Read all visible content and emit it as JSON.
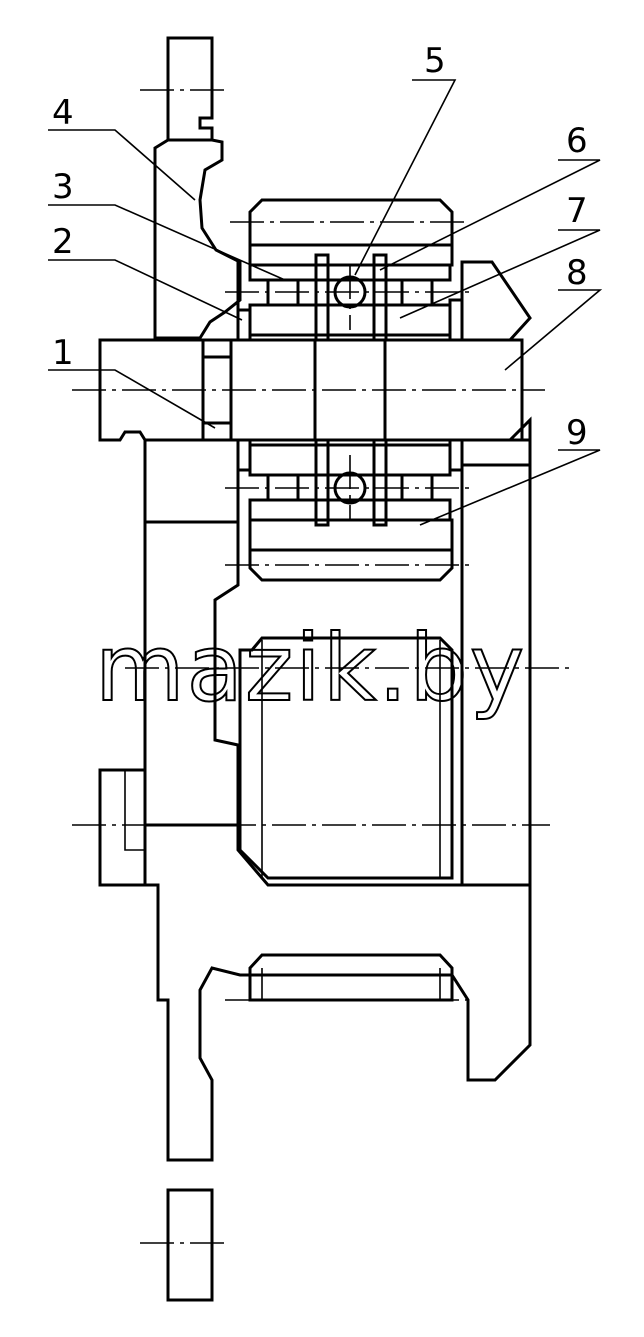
{
  "callouts": [
    {
      "id": "1",
      "label": "1"
    },
    {
      "id": "2",
      "label": "2"
    },
    {
      "id": "3",
      "label": "3"
    },
    {
      "id": "4",
      "label": "4"
    },
    {
      "id": "5",
      "label": "5"
    },
    {
      "id": "6",
      "label": "6"
    },
    {
      "id": "7",
      "label": "7"
    },
    {
      "id": "8",
      "label": "8"
    },
    {
      "id": "9",
      "label": "9"
    }
  ],
  "watermark": "mazik.by",
  "colors": {
    "line": "#000000",
    "background": "#ffffff"
  }
}
